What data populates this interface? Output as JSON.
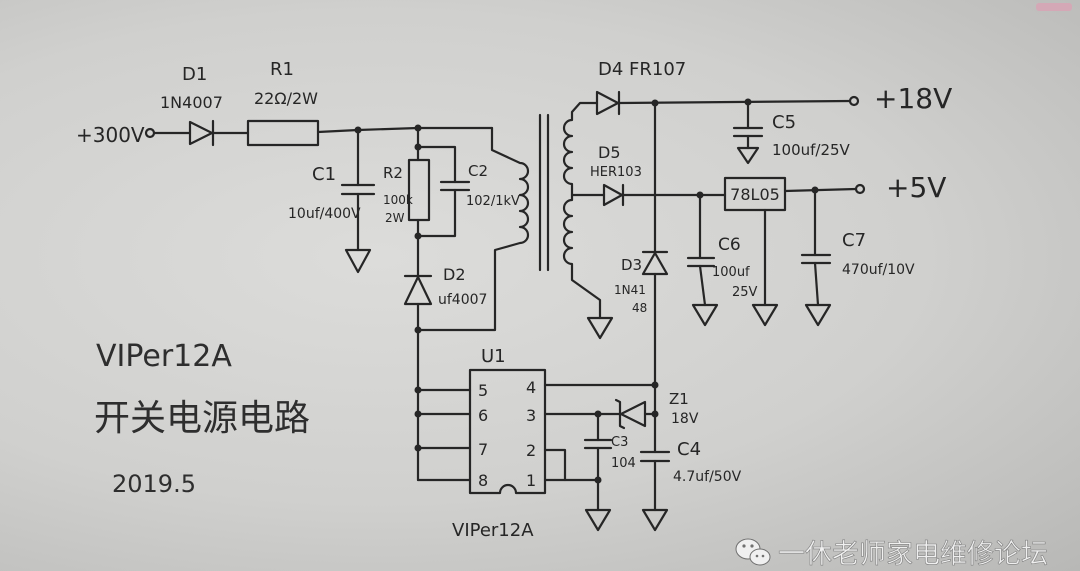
{
  "diagram": {
    "input": {
      "label": "+300V"
    },
    "d1": {
      "ref": "D1",
      "value": "1N4007"
    },
    "r1": {
      "ref": "R1",
      "value": "22Ω/2W"
    },
    "c1": {
      "ref": "C1",
      "value": "10uf/400V"
    },
    "r2": {
      "ref": "R2",
      "value_line1": "100k",
      "value_line2": "2W"
    },
    "c2": {
      "ref": "C2",
      "value": "102/1kV"
    },
    "d2": {
      "ref": "D2",
      "value": "uf4007"
    },
    "d4": {
      "label": "D4 FR107"
    },
    "d5": {
      "ref": "D5",
      "value": "HER103"
    },
    "d3": {
      "ref": "D3",
      "value_line1": "1N41",
      "value_line2": "48"
    },
    "c5": {
      "ref": "C5",
      "value": "100uf/25V"
    },
    "out18": {
      "label": "+18V"
    },
    "regulator": {
      "label": "78L05"
    },
    "out5": {
      "label": "+5V"
    },
    "c6": {
      "ref": "C6",
      "value_line1": "100uf",
      "value_line2": "25V"
    },
    "c7": {
      "ref": "C7",
      "value": "470uf/10V"
    },
    "u1": {
      "ref": "U1",
      "part": "VIPer12A",
      "pins_left": [
        "5",
        "6",
        "7",
        "8"
      ],
      "pins_right": [
        "4",
        "3",
        "2",
        "1"
      ]
    },
    "z1": {
      "ref": "Z1",
      "value": "18V"
    },
    "c3": {
      "ref": "C3",
      "value": "104"
    },
    "c4": {
      "ref": "C4",
      "value": "4.7uf/50V"
    }
  },
  "notes": {
    "chip": "VIPer12A",
    "title": "开关电源电路",
    "date": "2019.5"
  },
  "watermark": {
    "icon": "wechat-icon",
    "text": "一休老师家电维修论坛"
  },
  "colors": {
    "paper": "#d2d2d0",
    "ink": "#262626",
    "watermark": "#f4f4f4"
  }
}
